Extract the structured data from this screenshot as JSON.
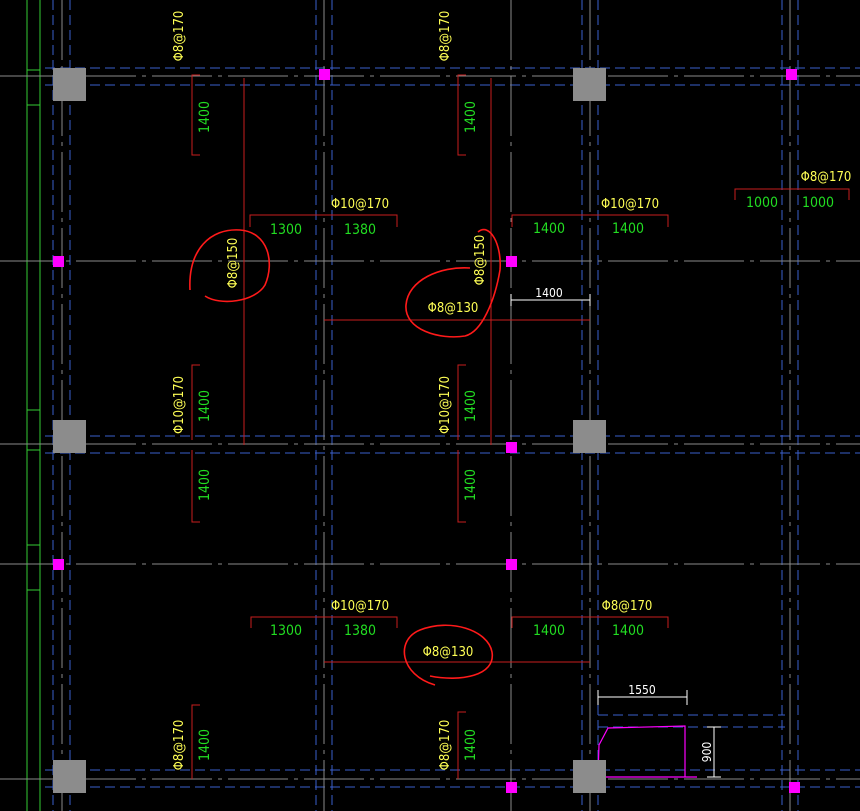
{
  "drawing": {
    "colors": {
      "background": "#000000",
      "beam_dashed": "#3a5fcd",
      "grid_line": "#9a9a9a",
      "rebar_red": "#c81e1e",
      "markup_red": "#ff1a1a",
      "column_fill": "#8c8c8c",
      "node_magenta": "#ff00ff",
      "label_yellow": "#ffff55",
      "label_green": "#22dd22",
      "edge_green": "#33cc33",
      "dim_white": "#ffffff"
    },
    "vertical_rebar_labels": [
      "Φ8@170",
      "Φ8@170",
      "Φ10@170",
      "Φ10@170",
      "Φ8@170",
      "Φ8@170"
    ],
    "vertical_length_labels": [
      "1400",
      "1400",
      "1400",
      "1400",
      "1400",
      "1400",
      "1400",
      "1400"
    ],
    "top_row_labels": {
      "left_spec": "Φ10@170",
      "left_lengths": [
        "1300",
        "1380"
      ],
      "mid_spec": "Φ10@170",
      "mid_lengths": [
        "1400",
        "1400"
      ],
      "right_spec": "Φ8@170",
      "right_lengths": [
        "1000",
        "1000"
      ]
    },
    "bottom_row_labels": {
      "left_spec": "Φ10@170",
      "left_lengths": [
        "1300",
        "1380"
      ],
      "mid_spec": "Φ8@170",
      "mid_lengths": [
        "1400",
        "1400"
      ]
    },
    "circled_annotations": [
      "Φ8@150",
      "Φ8@150",
      "Φ8@130",
      "Φ8@130"
    ],
    "dimensions": {
      "span_dim": "1400",
      "width_dim": "1550",
      "height_dim": "900"
    }
  }
}
